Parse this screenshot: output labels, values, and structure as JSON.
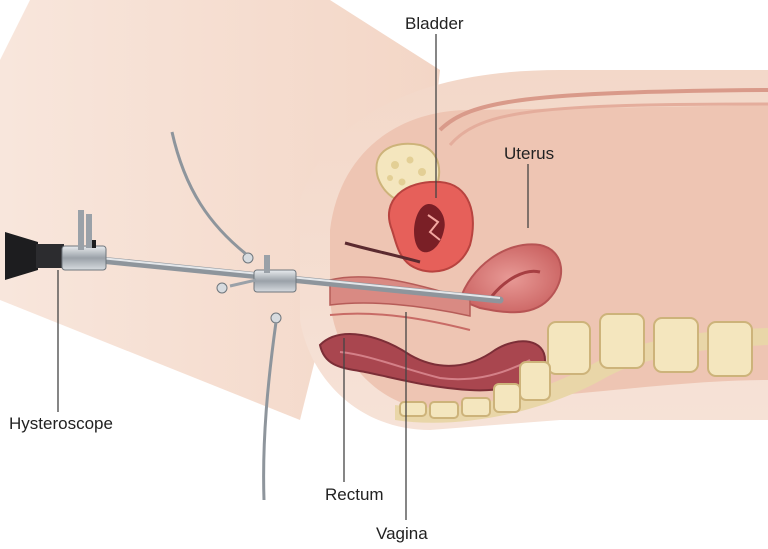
{
  "labels": {
    "bladder": "Bladder",
    "uterus": "Uterus",
    "hysteroscope": "Hysteroscope",
    "rectum": "Rectum",
    "vagina": "Vagina"
  },
  "colors": {
    "skin_light": "#f6e1d5",
    "skin_mid": "#eecbb9",
    "tissue": "#e7b4a2",
    "uterus": "#d87a78",
    "bladder": "#e05a55",
    "rectum": "#a84550",
    "bone": "#f1e3b6",
    "bone_edge": "#cdb37a",
    "instrument": "#b9bec4",
    "instrument_dark": "#1d1d1f"
  }
}
